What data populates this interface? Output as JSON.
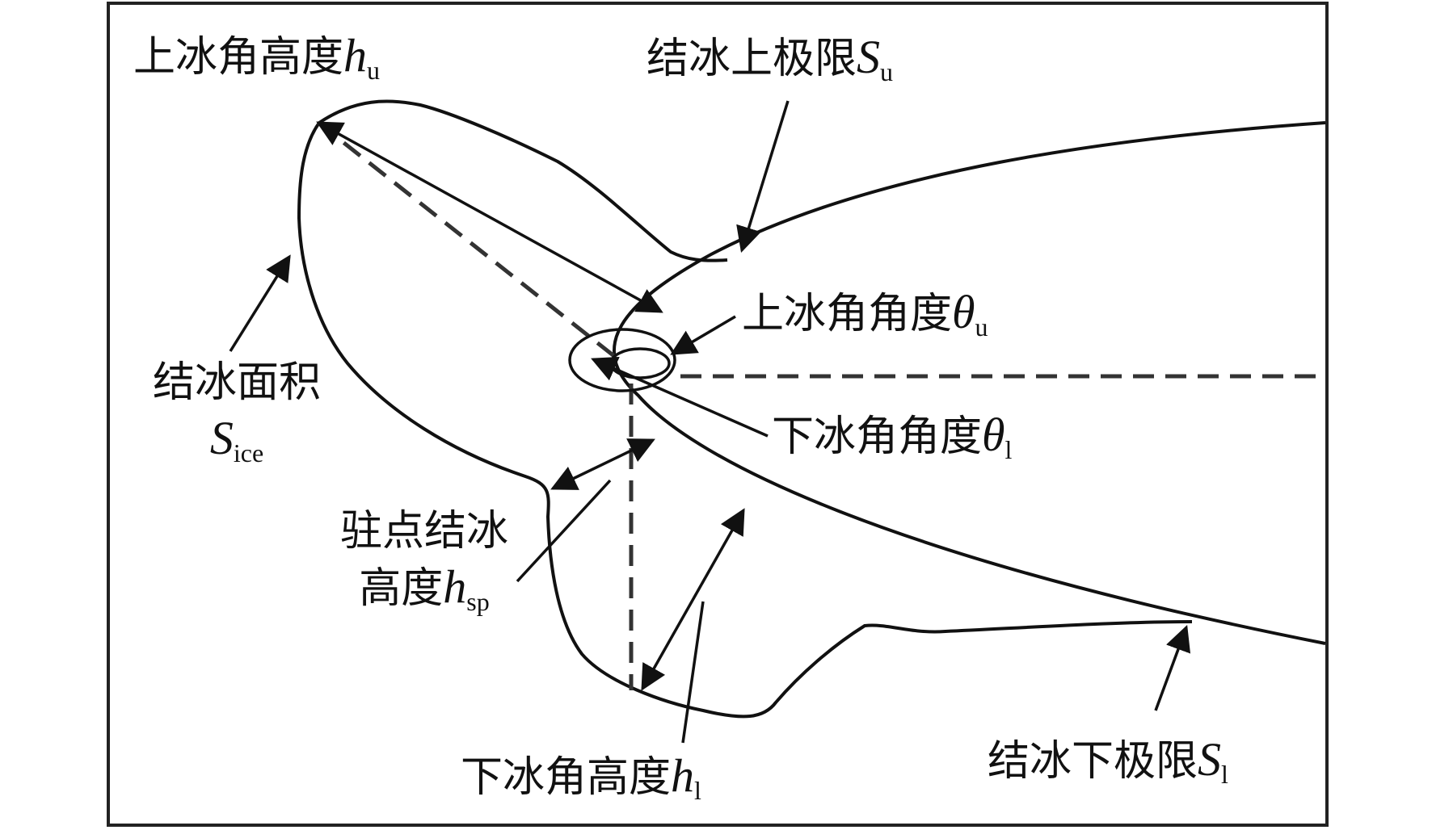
{
  "labels": {
    "upper_horn_height": {
      "text": "上冰角高度",
      "symbol": "h",
      "sub": "u"
    },
    "upper_limit": {
      "text": "结冰上极限",
      "symbol": "S",
      "sub": "u"
    },
    "upper_horn_angle": {
      "text": "上冰角角度",
      "symbol": "θ",
      "sub": "u"
    },
    "lower_horn_angle": {
      "text": "下冰角角度",
      "symbol": "θ",
      "sub": "l"
    },
    "ice_area": {
      "line1": "结冰面积",
      "symbol": "S",
      "sub": "ice"
    },
    "stagnation_height": {
      "line1": "驻点结冰",
      "line2": "高度",
      "symbol": "h",
      "sub": "sp"
    },
    "lower_horn_height": {
      "text": "下冰角高度",
      "symbol": "h",
      "sub": "l"
    },
    "lower_limit": {
      "text": "结冰下极限",
      "symbol": "S",
      "sub": "l"
    }
  },
  "colors": {
    "line": "#111111",
    "dashed": "#333333",
    "frame": "#222222"
  }
}
